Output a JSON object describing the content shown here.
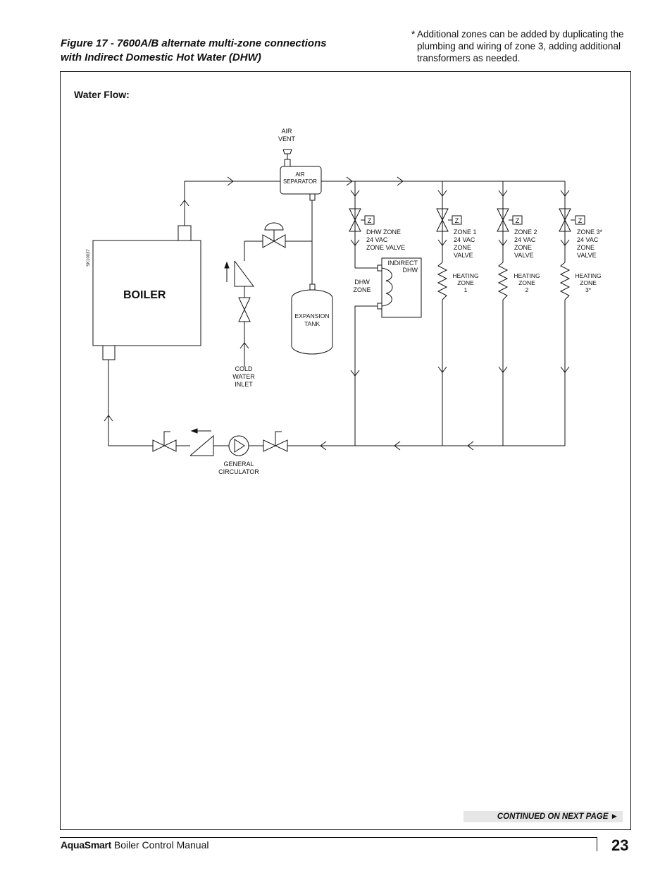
{
  "figure": {
    "title_line1": "Figure 17 - 7600A/B alternate multi-zone connections",
    "title_line2": "with Indirect Domestic Hot Water (DHW)"
  },
  "note": {
    "star": "*",
    "text": "Additional zones can be added by duplicating the plumbing and wiring of zone 3, adding additional transformers as needed."
  },
  "diagram": {
    "section_label": "Water Flow:",
    "boiler": "BOILER",
    "sheet_id": "SK10037",
    "air_vent": [
      "AIR",
      "VENT"
    ],
    "air_separator": [
      "AIR",
      "SEPARATOR"
    ],
    "expansion_tank": [
      "EXPANSION",
      "TANK"
    ],
    "cold_water_inlet": [
      "COLD",
      "WATER",
      "INLET"
    ],
    "general_circulator": [
      "GENERAL",
      "CIRCULATOR"
    ],
    "indirect_dhw": [
      "INDIRECT",
      "DHW"
    ],
    "dhw_zone": [
      "DHW",
      "ZONE"
    ],
    "zone_marker": "Z",
    "dhw_valve": [
      "DHW ZONE",
      "24 VAC",
      "ZONE VALVE"
    ],
    "zone1_valve": [
      "ZONE 1",
      "24 VAC",
      "ZONE",
      "VALVE"
    ],
    "zone2_valve": [
      "ZONE 2",
      "24 VAC",
      "ZONE",
      "VALVE"
    ],
    "zone3_valve": [
      "ZONE 3*",
      "24 VAC",
      "ZONE",
      "VALVE"
    ],
    "heating_zone1": [
      "HEATING",
      "ZONE",
      "1"
    ],
    "heating_zone2": [
      "HEATING",
      "ZONE",
      "2"
    ],
    "heating_zone3": [
      "HEATING",
      "ZONE",
      "3*"
    ]
  },
  "continued": "CONTINUED ON NEXT PAGE ►",
  "footer": {
    "brand": "AquaSmart",
    "title": " Boiler Control Manual",
    "page": "23"
  }
}
